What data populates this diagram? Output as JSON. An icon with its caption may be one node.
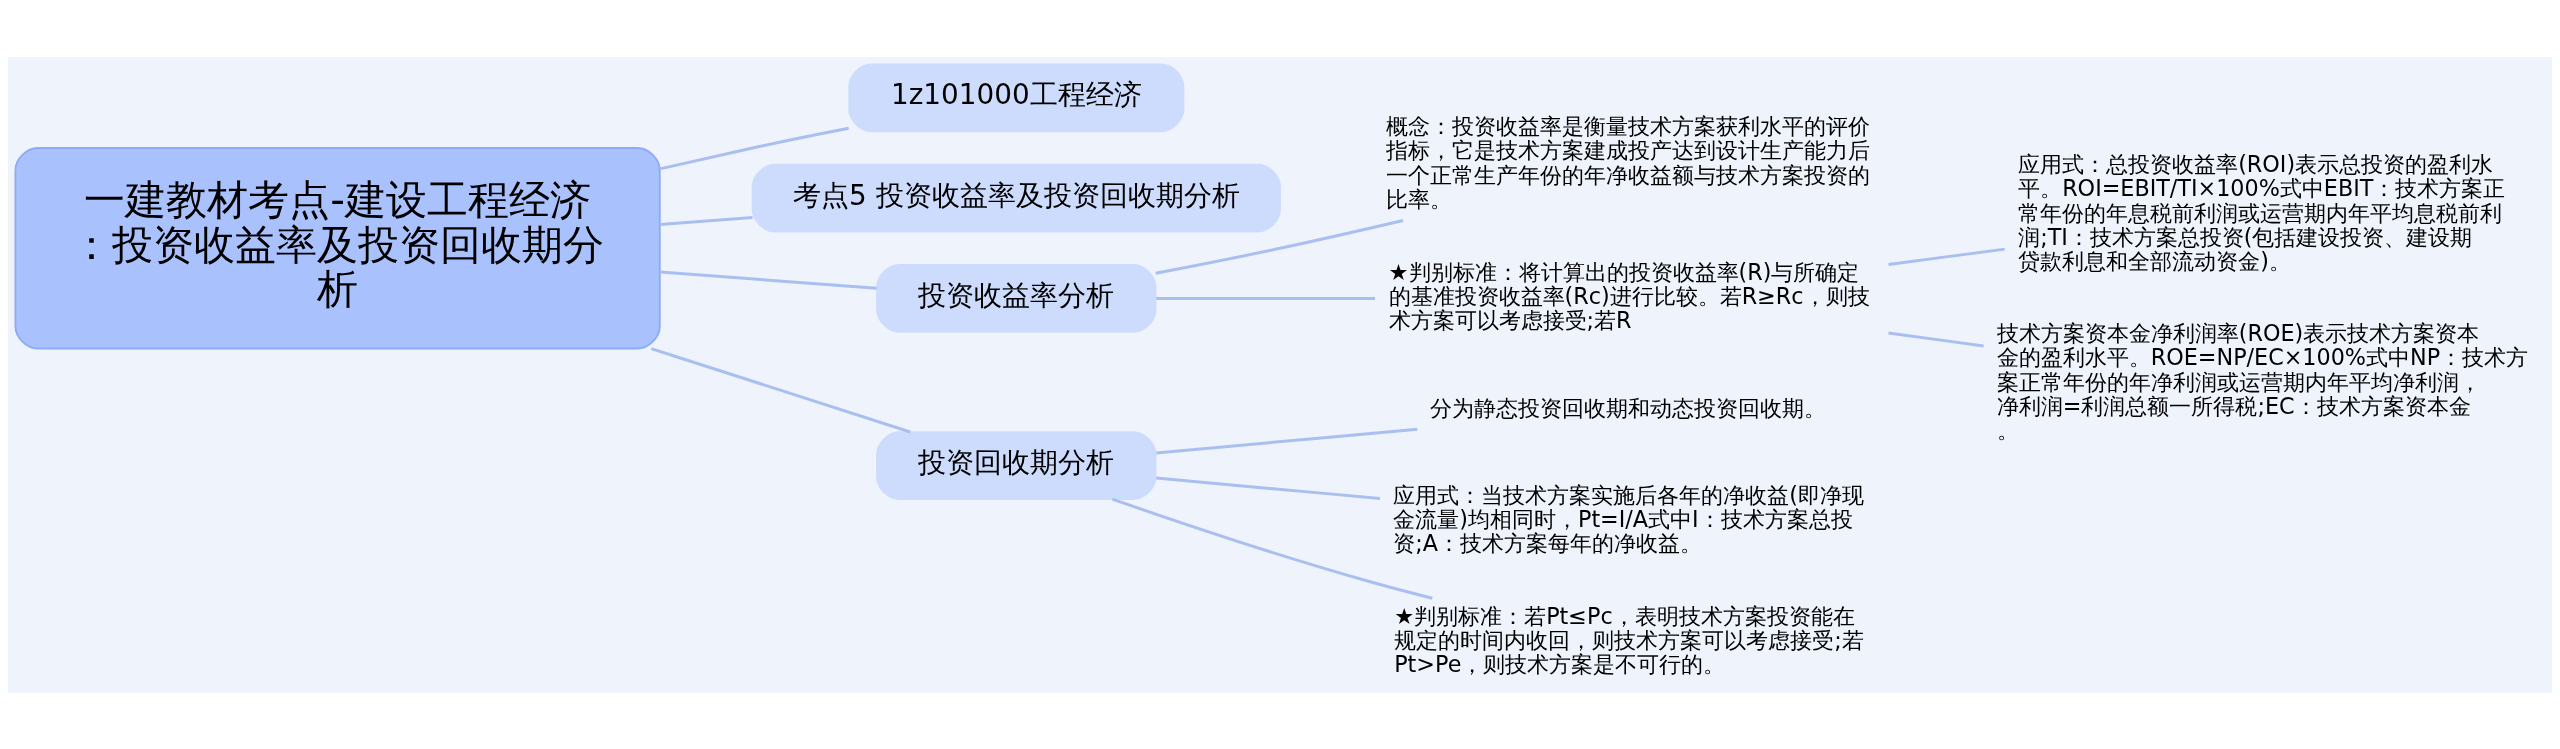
{
  "diagram": {
    "nodes": [
      {
        "text": [
          "一建教材考点-建设工程经济：投资收益率及投资回收期分析"
        ]
      },
      {
        "text": [
          "1z101000工程经济"
        ]
      },
      {
        "text": [
          "考点5 投资收益率及投资回收期分析"
        ]
      },
      {
        "text": [
          "投资收益率分析"
        ]
      },
      {
        "text": [
          "概念：投资收益率是衡量技术方案获利水平的评价指标，它是技术方案建成投产达到设计生产能力后一个正常生产年份的年净收益额与技术方案投资的比率。"
        ]
      },
      {
        "text": [
          "★判别标准：将计算出的投资收益率(R)与所确定的基准投资收益率(Rc)进行比较。若R≥Rc，则技术方案可以考虑接受;若R"
        ]
      },
      {
        "text": [
          "应用式：总投资收益率(ROI)表示总投资的盈利水平。ROI=EBIT/TI×100%式中EBIT：技术方案正常年份的年息税前利润或运营期内年平均息税前利润;TI：技术方案总投资(包括建设投资、建设期贷款利息和全部流动资金)。"
        ]
      },
      {
        "text": [
          "技术方案资本金净利润率(ROE)表示技术方案资本金的盈利水平。ROE=NP/EC×100%式中NP：技术方案正常年份的年净利润或运营期内年平均净利润，净利润=利润总额一所得税;EC：技术方案资本金。"
        ]
      },
      {
        "text": [
          "投资回收期分析"
        ]
      },
      {
        "text": [
          "分为静态投资回收期和动态投资回收期。"
        ]
      },
      {
        "text": [
          "应用式：当技术方案实施后各年的净收益(即净现金流量)均相同时，Pt=I/A式中I：技术方案总投资;A：技术方案每年的净收益。"
        ]
      },
      {
        "text": [
          "★判别标准：若Pt≤Pc，表明技术方案投资能在规定的时间内收回，则技术方案可以考虑接受;若Pt>Pe，则技术方案是不可行的。"
        ]
      }
    ],
    "edges": [
      {
        "from": 0,
        "to": 1,
        "arrow": "none"
      },
      {
        "from": 0,
        "to": 2,
        "arrow": "none"
      },
      {
        "from": 0,
        "to": 3,
        "arrow": "none"
      },
      {
        "from": 0,
        "to": 8,
        "arrow": "none"
      },
      {
        "from": 3,
        "to": 4,
        "arrow": "none"
      },
      {
        "from": 3,
        "to": 5,
        "arrow": "none"
      },
      {
        "from": 5,
        "to": 6,
        "arrow": "none"
      },
      {
        "from": 5,
        "to": 7,
        "arrow": "none"
      },
      {
        "from": 8,
        "to": 9,
        "arrow": "none"
      },
      {
        "from": 8,
        "to": 10,
        "arrow": "none"
      },
      {
        "from": 8,
        "to": 11,
        "arrow": "none"
      }
    ]
  }
}
